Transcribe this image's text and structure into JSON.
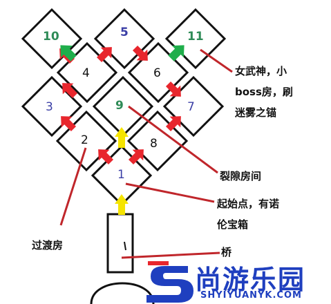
{
  "rooms": [
    {
      "id": "10",
      "color": "#2e8b57"
    },
    {
      "id": "5",
      "color": "#3b3fa6"
    },
    {
      "id": "11",
      "color": "#2e8b57"
    },
    {
      "id": "4",
      "color": "#111111"
    },
    {
      "id": "6",
      "color": "#111111"
    },
    {
      "id": "3",
      "color": "#3b3fa6"
    },
    {
      "id": "9",
      "color": "#2e8b57"
    },
    {
      "id": "7",
      "color": "#3b3fa6"
    },
    {
      "id": "2",
      "color": "#111111"
    },
    {
      "id": "8",
      "color": "#111111"
    },
    {
      "id": "1",
      "color": "#3b3fa6"
    }
  ],
  "annotations": {
    "valkyrie_line1": "女武神，小",
    "valkyrie_line2": "boss房，刷",
    "valkyrie_line3": "迷雾之锚",
    "rift_room": "裂隙房间",
    "start_line1": "起始点，有诺",
    "start_line2": "伦宝箱",
    "transition_room": "过渡房",
    "bridge": "桥"
  },
  "watermark": {
    "logo_text": "尚游乐园",
    "url": "SHYIYUANYK.COM"
  },
  "colors": {
    "arrow_red": "#e8262d",
    "arrow_green": "#1fae4b",
    "arrow_yellow": "#f5e400",
    "pointer_line": "#c0262b",
    "watermark_blue": "#1f3fbf"
  }
}
